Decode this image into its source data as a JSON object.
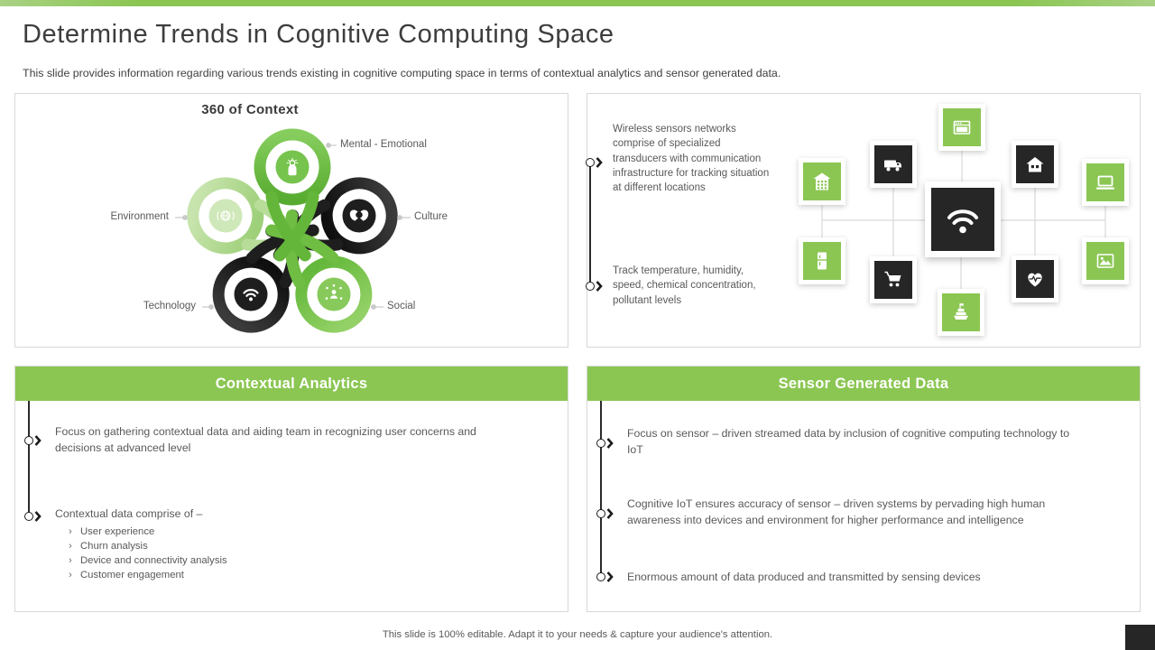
{
  "slide": {
    "title": "Determine Trends in Cognitive Computing Space",
    "subtitle": "This slide provides information regarding various trends existing in cognitive computing space in terms of contextual analytics and sensor generated data.",
    "footer": "This slide is 100% editable. Adapt it to your needs & capture your audience's attention."
  },
  "colors": {
    "accent_green": "#8bc653",
    "light_green": "#b5dc96",
    "dark": "#262626",
    "connector_gray": "#d9d9d9",
    "text_gray": "#595959"
  },
  "icons": {
    "bullet_marker": "circle-chevron-icon",
    "sub_chevron": "›",
    "hub": "wifi-icon"
  },
  "context_diagram": {
    "title": "360 of Context",
    "petals": [
      {
        "label": "Mental - Emotional",
        "icon": "mind-gear-icon",
        "color": "#6cbe44"
      },
      {
        "label": "Culture",
        "icon": "caring-hands-icon",
        "color": "#1e1e1e"
      },
      {
        "label": "Social",
        "icon": "people-network-icon",
        "color": "#7ec44f"
      },
      {
        "label": "Technology",
        "icon": "wifi-icon",
        "color": "#1e1e1e"
      },
      {
        "label": "Environment",
        "icon": "globe-icon",
        "color": "#b7dd99"
      }
    ]
  },
  "sensor_network": {
    "bullets": [
      "Wireless sensors networks comprise of specialized transducers with communication infrastructure for tracking situation at different locations",
      "Track temperature, humidity, speed, chemical concentration, pollutant levels"
    ],
    "hub": {
      "icon": "wifi-icon",
      "tone": "dark"
    },
    "nodes": [
      {
        "icon": "building-icon",
        "tone": "green"
      },
      {
        "icon": "truck-icon",
        "tone": "dark"
      },
      {
        "icon": "browser-icon",
        "tone": "green"
      },
      {
        "icon": "house-icon",
        "tone": "dark"
      },
      {
        "icon": "laptop-icon",
        "tone": "green"
      },
      {
        "icon": "fridge-icon",
        "tone": "green"
      },
      {
        "icon": "cart-icon",
        "tone": "dark"
      },
      {
        "icon": "ship-icon",
        "tone": "green"
      },
      {
        "icon": "heart-pulse-icon",
        "tone": "dark"
      },
      {
        "icon": "image-icon",
        "tone": "green"
      }
    ]
  },
  "contextual_analytics": {
    "header": "Contextual Analytics",
    "bullets": [
      {
        "text": "Focus on gathering contextual data and aiding team in recognizing user concerns and decisions at advanced level"
      },
      {
        "text": "Contextual data comprise of –",
        "sub_items": [
          "User experience",
          "Churn analysis",
          "Device and connectivity analysis",
          "Customer engagement"
        ]
      }
    ]
  },
  "sensor_generated": {
    "header": "Sensor Generated Data",
    "bullets": [
      {
        "text": "Focus on sensor – driven streamed data by inclusion of cognitive computing technology to IoT"
      },
      {
        "text": "Cognitive IoT ensures accuracy of sensor – driven systems by pervading high human awareness into devices and environment for higher performance and intelligence"
      },
      {
        "text": "Enormous amount of data produced and transmitted by sensing devices"
      }
    ]
  }
}
